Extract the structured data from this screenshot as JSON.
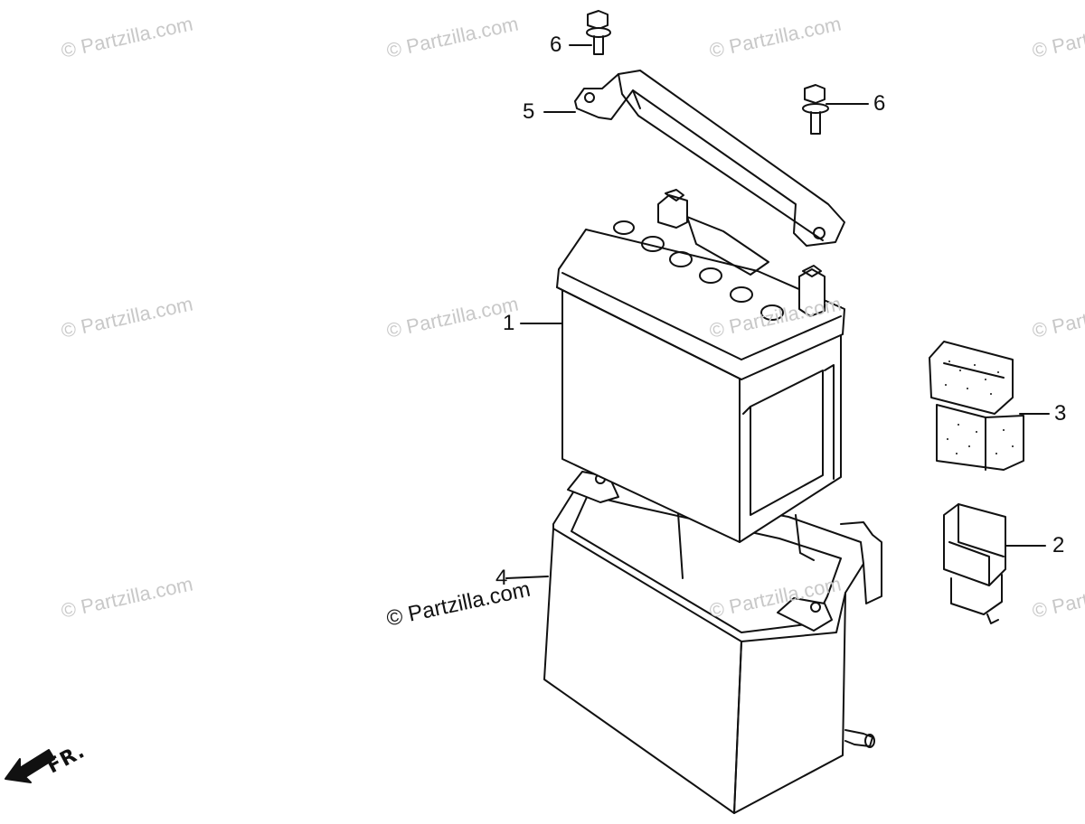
{
  "watermark": "© Partzilla.com",
  "callouts": {
    "c1": "1",
    "c2": "2",
    "c3": "3",
    "c4": "4",
    "c5": "5",
    "c6a": "6",
    "c6b": "6"
  },
  "direction": {
    "label": "FR."
  }
}
